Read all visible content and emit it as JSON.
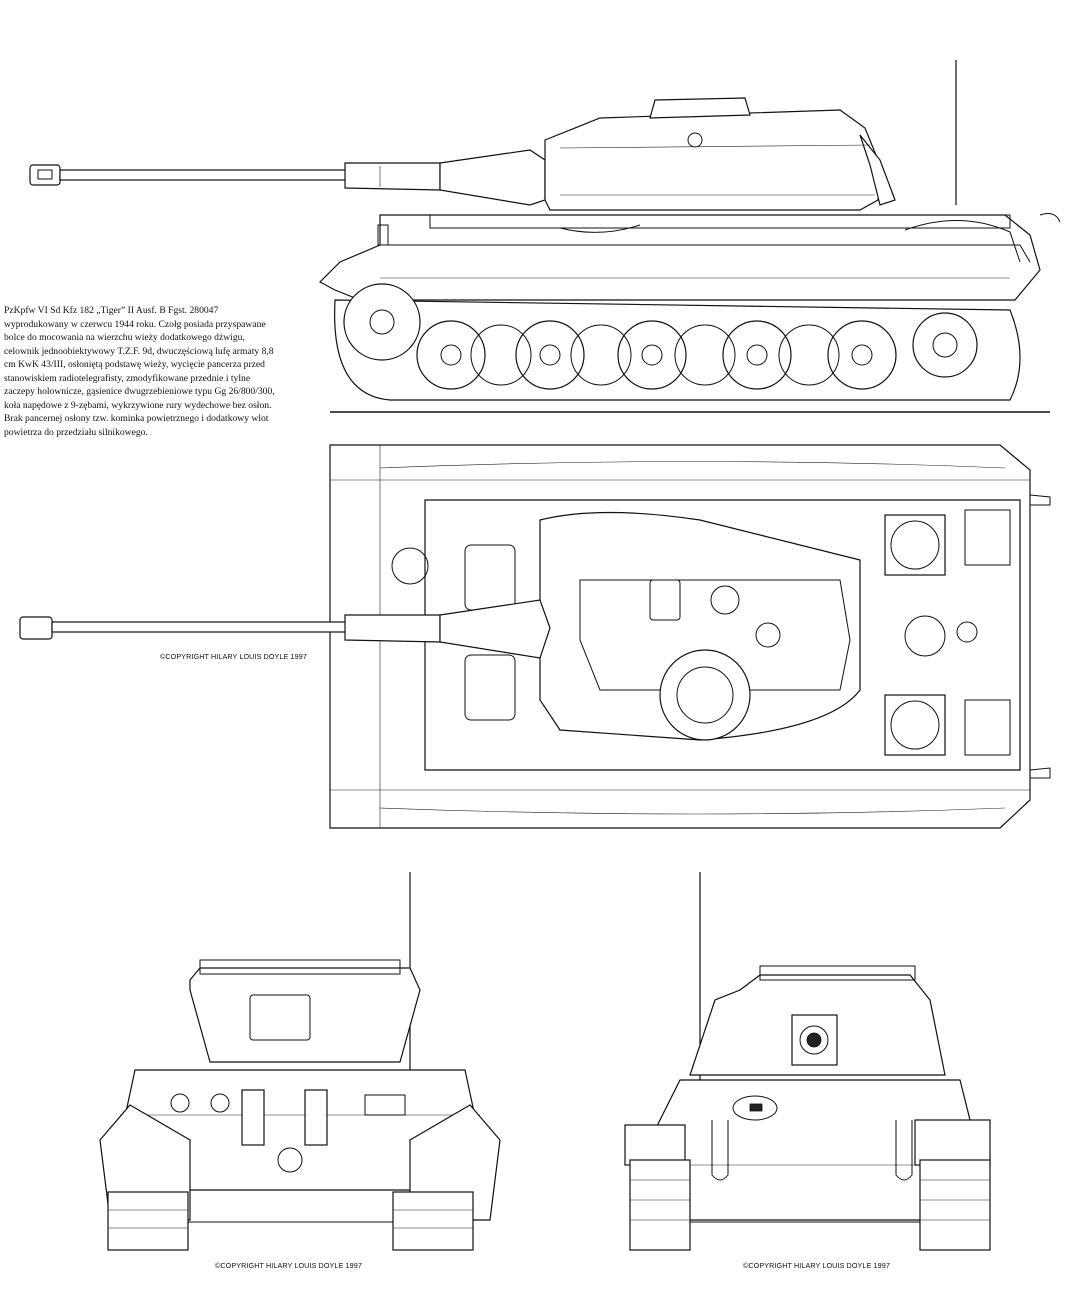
{
  "caption": {
    "lines": [
      "PzKpfw VI Sd Kfz 182 „Tiger” II Ausf. B Fgst. 280047",
      "wyprodukowany w czerwcu 1944 roku. Czołg posiada przyspawane",
      "bolce do mocowania na wierzchu wieży dodatkowego dźwigu,",
      "celownik jednoobiektywowy T.Z.F. 9d, dwuczęściową lufę armaty 8,8",
      "cm KwK 43/III, osłoniętą podstawę wieży, wycięcie pancerza przed",
      "stanowiskiem radiotelegrafisty, zmodyfikowane przednie i tylne",
      "zaczepy holownicze, gąsienice dwugrzebieniowe typu Gg 26/800/300,",
      "koła napędowe z 9-zębami, wykrzywione rury wydechowe bez osłon.",
      "Brak pancernej osłony tzw. kominka powietrznego i dodatkowy wlot",
      "powietrza do przedziału silnikowego."
    ]
  },
  "copyright": {
    "top_view": "©COPYRIGHT HILARY LOUIS DOYLE 1997",
    "front_view": "©COPYRIGHT HILARY LOUIS DOYLE 1997",
    "rear_view": "©COPYRIGHT HILARY LOUIS DOYLE 1997"
  },
  "colors": {
    "ink": "#111111",
    "paper": "#ffffff"
  }
}
